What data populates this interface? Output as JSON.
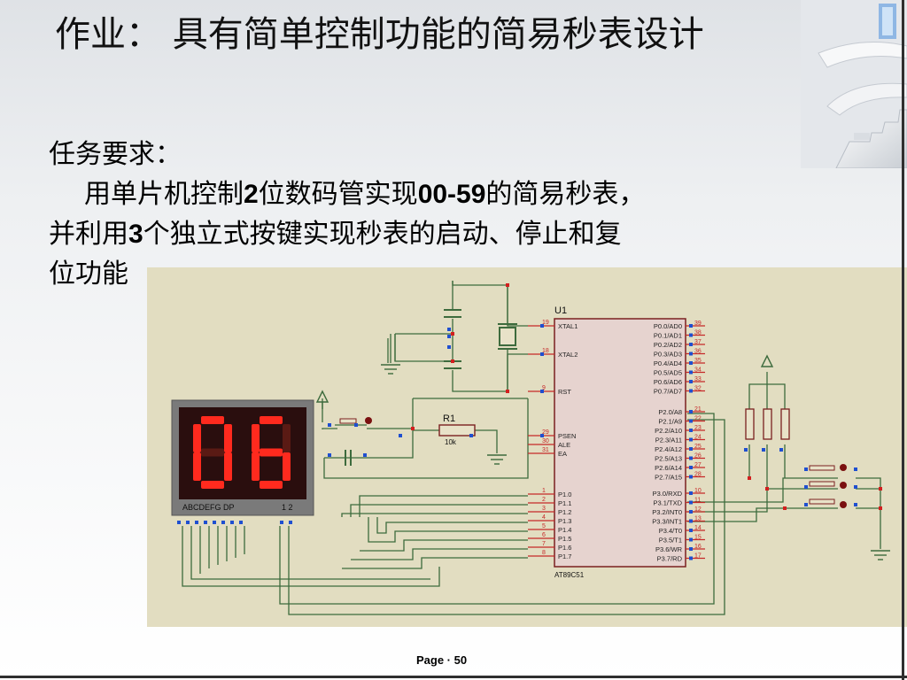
{
  "slide": {
    "title": "作业： 具有简单控制功能的简易秒表设计",
    "task_heading": "任务要求：",
    "task_line1_a": "用单片机控制",
    "task_line1_b": "2",
    "task_line1_c": "位数码管实现",
    "task_line1_d": "00-59",
    "task_line1_e": "的简易秒表，",
    "task_line2_a": "并利用",
    "task_line2_b": "3",
    "task_line2_c": "个独立式按键实现秒表的启动、停止和复",
    "task_line3": "位功能",
    "footer_page": "Page · 50"
  },
  "circuit": {
    "chip_ref": "U1",
    "chip_part": "AT89C51",
    "display_digits": "06",
    "display_segment_labels": "ABCDEFG  DP",
    "display_digit_labels": "1 2",
    "resistor_ref": "R1",
    "resistor_value": "10k",
    "left_pins": [
      {
        "num": "19",
        "name": "XTAL1"
      },
      {
        "num": "18",
        "name": "XTAL2"
      },
      {
        "num": "9",
        "name": "RST"
      },
      {
        "num": "29",
        "name": "PSEN"
      },
      {
        "num": "30",
        "name": "ALE"
      },
      {
        "num": "31",
        "name": "EA"
      },
      {
        "num": "1",
        "name": "P1.0"
      },
      {
        "num": "2",
        "name": "P1.1"
      },
      {
        "num": "3",
        "name": "P1.2"
      },
      {
        "num": "4",
        "name": "P1.3"
      },
      {
        "num": "5",
        "name": "P1.4"
      },
      {
        "num": "6",
        "name": "P1.5"
      },
      {
        "num": "7",
        "name": "P1.6"
      },
      {
        "num": "8",
        "name": "P1.7"
      }
    ],
    "right_pins": [
      {
        "num": "39",
        "name": "P0.0/AD0"
      },
      {
        "num": "38",
        "name": "P0.1/AD1"
      },
      {
        "num": "37",
        "name": "P0.2/AD2"
      },
      {
        "num": "36",
        "name": "P0.3/AD3"
      },
      {
        "num": "35",
        "name": "P0.4/AD4"
      },
      {
        "num": "34",
        "name": "P0.5/AD5"
      },
      {
        "num": "33",
        "name": "P0.6/AD6"
      },
      {
        "num": "32",
        "name": "P0.7/AD7"
      },
      {
        "num": "21",
        "name": "P2.0/A8"
      },
      {
        "num": "22",
        "name": "P2.1/A9"
      },
      {
        "num": "23",
        "name": "P2.2/A10"
      },
      {
        "num": "24",
        "name": "P2.3/A11"
      },
      {
        "num": "25",
        "name": "P2.4/A12"
      },
      {
        "num": "26",
        "name": "P2.5/A13"
      },
      {
        "num": "27",
        "name": "P2.6/A14"
      },
      {
        "num": "28",
        "name": "P2.7/A15"
      },
      {
        "num": "10",
        "name": "P3.0/RXD"
      },
      {
        "num": "11",
        "name": "P3.1/TXD"
      },
      {
        "num": "12",
        "name": "P3.2/INT0"
      },
      {
        "num": "13",
        "name": "P3.3/INT1"
      },
      {
        "num": "14",
        "name": "P3.4/T0"
      },
      {
        "num": "15",
        "name": "P3.5/T1"
      },
      {
        "num": "16",
        "name": "P3.6/WR"
      },
      {
        "num": "17",
        "name": "P3.7/RD"
      }
    ]
  },
  "colors": {
    "schematic_bg": "#e2ddc1",
    "wire": "#3d6b3d",
    "pin": "#c62828",
    "chip_outline": "#7a2020",
    "chip_fill": "#e6d3cf",
    "display_bg": "#2a0e0e",
    "segment_on": "#ff2a1e",
    "segment_off": "#5a1a14",
    "node_blue": "#1f4fd0",
    "node_red": "#d21f1f"
  }
}
